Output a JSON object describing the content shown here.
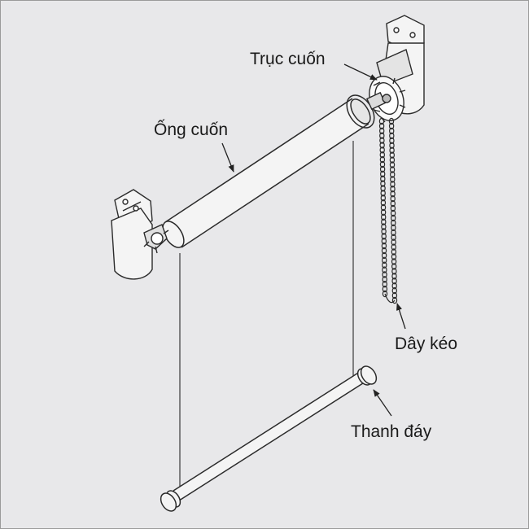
{
  "diagram": {
    "labels": {
      "truc_cuon": "Trục cuốn",
      "ong_cuon": "Ống cuốn",
      "day_keo": "Dây kéo",
      "thanh_day": "Thanh đáy"
    },
    "colors": {
      "background": "#e8e8ea",
      "line": "#2b2b2b",
      "fill": "#f4f4f4"
    }
  }
}
